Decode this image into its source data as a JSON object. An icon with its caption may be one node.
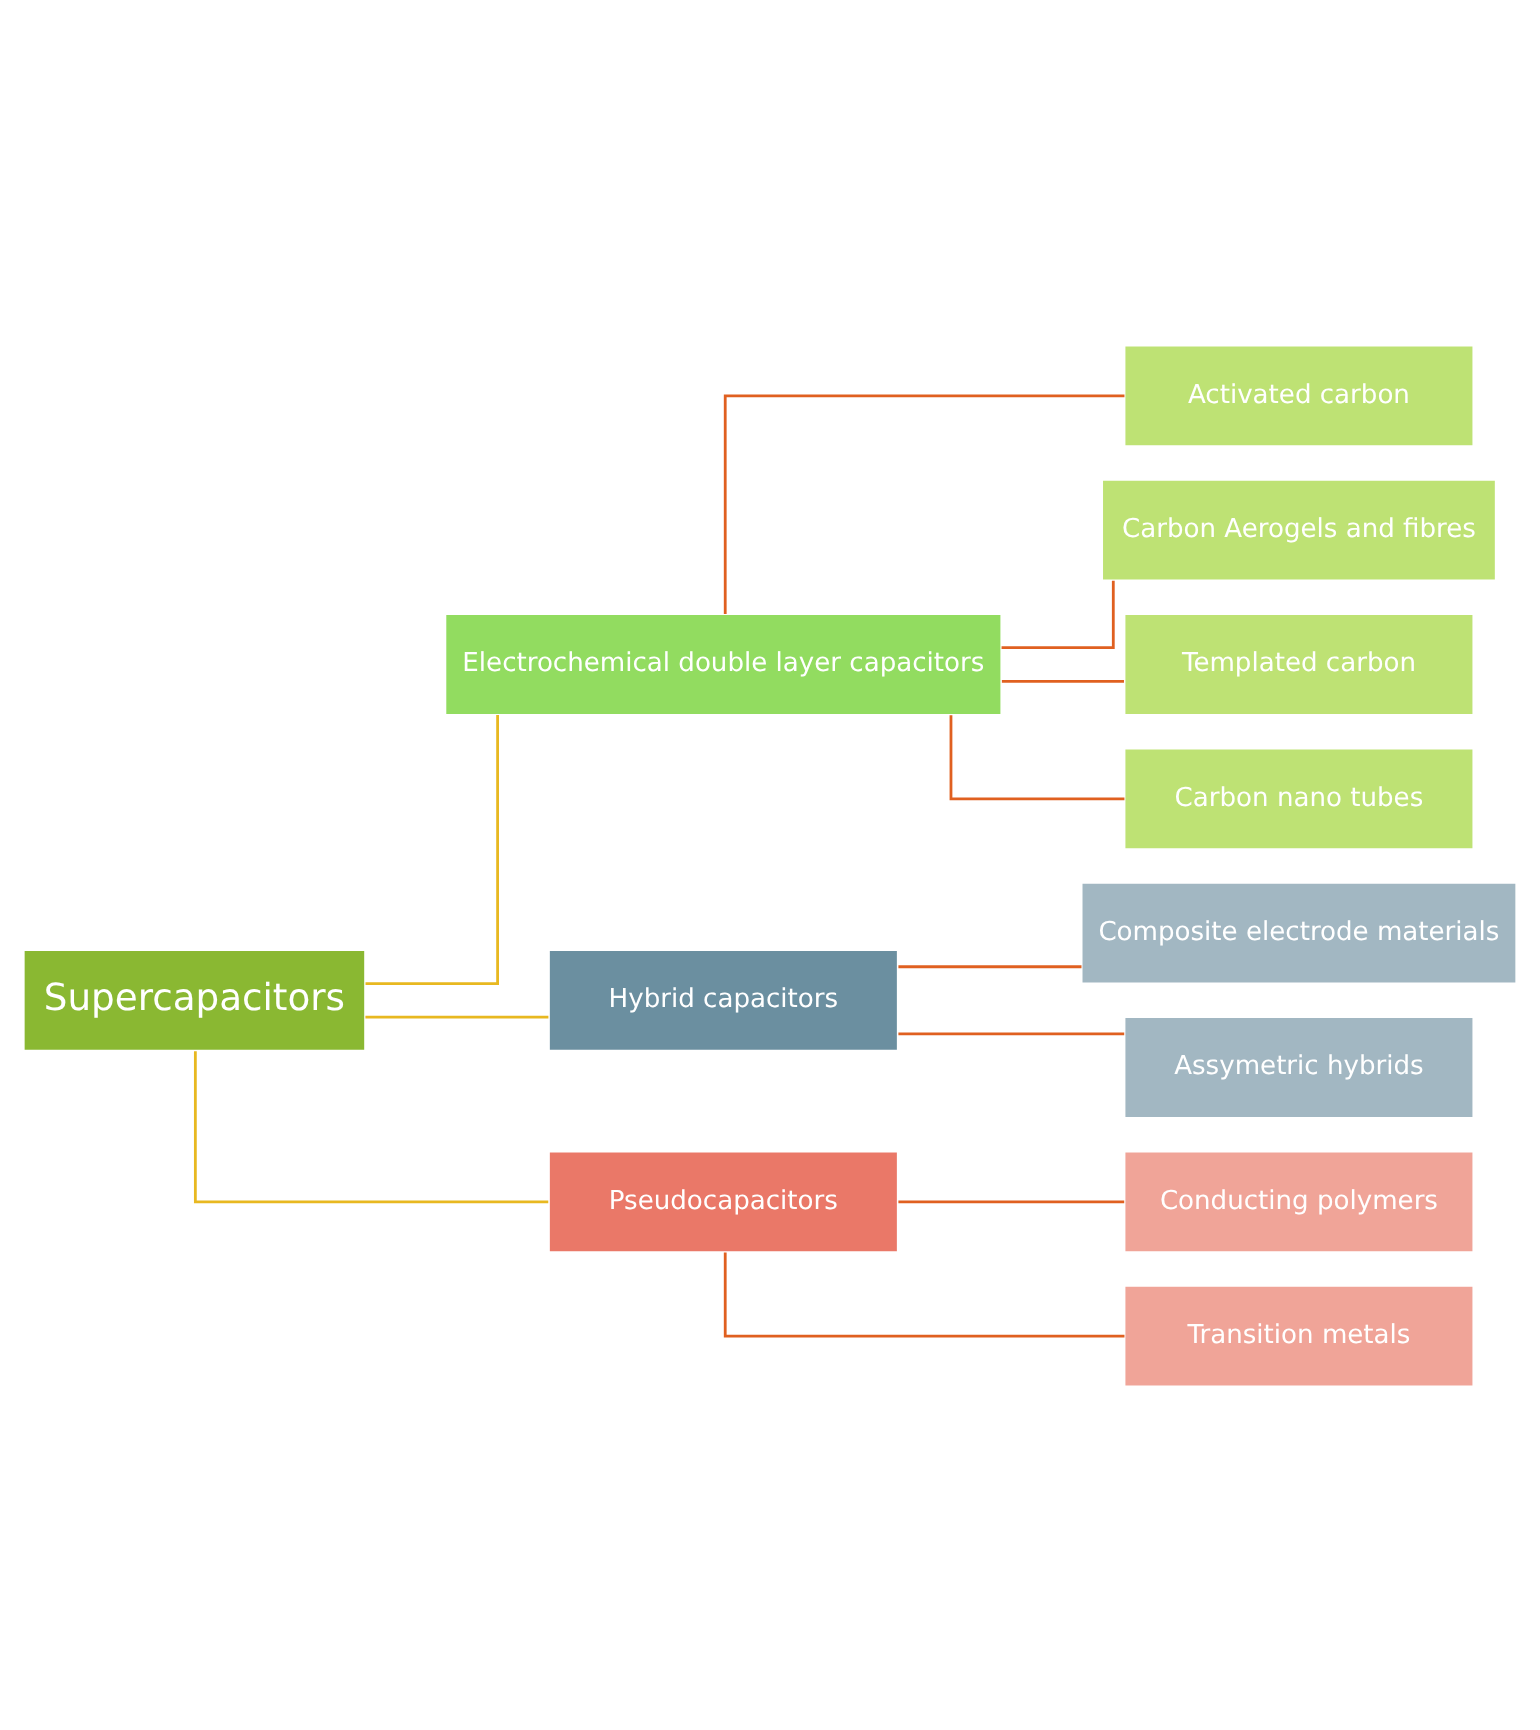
{
  "diagram": {
    "nodes": [
      {
        "text": [
          "Supercapacitors"
        ]
      },
      {
        "text": [
          "Electrochemical double layer capacitors"
        ]
      },
      {
        "text": [
          "Hybrid capacitors"
        ]
      },
      {
        "text": [
          "Pseudocapacitors"
        ]
      },
      {
        "text": [
          "Activated carbon"
        ]
      },
      {
        "text": [
          "Carbon Aerogels and fibres"
        ]
      },
      {
        "text": [
          "Templated carbon"
        ]
      },
      {
        "text": [
          "Carbon nano tubes"
        ]
      },
      {
        "text": [
          "Composite electrode materials"
        ]
      },
      {
        "text": [
          "Assymetric hybrids"
        ]
      },
      {
        "text": [
          "Conducting polymers"
        ]
      },
      {
        "text": [
          "Transition metals"
        ]
      }
    ],
    "edges": [
      {
        "from": 0,
        "to": 1,
        "arrow": "none",
        "color": "#e8b820"
      },
      {
        "from": 0,
        "to": 2,
        "arrow": "none",
        "color": "#e8b820"
      },
      {
        "from": 0,
        "to": 3,
        "arrow": "none",
        "color": "#e8b820"
      },
      {
        "from": 1,
        "to": 4,
        "arrow": "none"
      },
      {
        "from": 1,
        "to": 5,
        "arrow": "none"
      },
      {
        "from": 1,
        "to": 6,
        "arrow": "none"
      },
      {
        "from": 1,
        "to": 7,
        "arrow": "none"
      },
      {
        "from": 2,
        "to": 8,
        "arrow": "none"
      },
      {
        "from": 2,
        "to": 9,
        "arrow": "none"
      },
      {
        "from": 3,
        "to": 10,
        "arrow": "none"
      },
      {
        "from": 3,
        "to": 11,
        "arrow": "none"
      }
    ]
  }
}
